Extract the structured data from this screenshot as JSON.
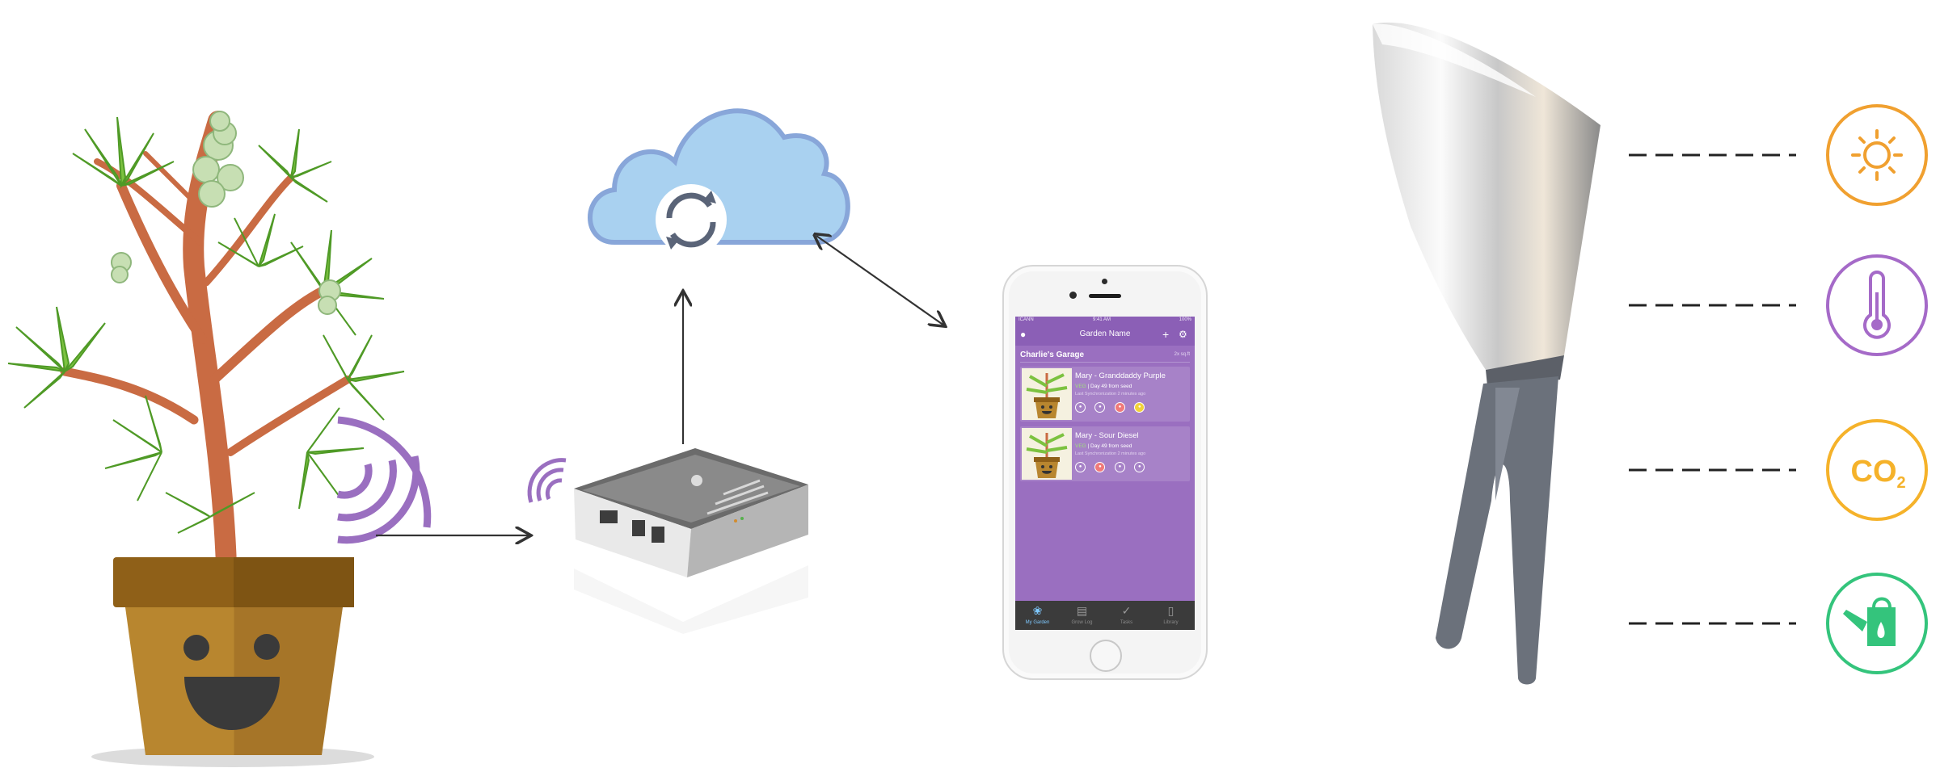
{
  "phone": {
    "status": {
      "carrier": "ICANN",
      "time": "9:41 AM",
      "battery": "100%"
    },
    "header": {
      "title": "Garden Name"
    },
    "garden": {
      "name": "Charlie's Garage",
      "area": "2x sq.ft"
    },
    "plants": [
      {
        "name": "Mary - Granddaddy Purple",
        "badge": "VEG",
        "info": "Day 49 from seed",
        "sync": "Last Synchronization 2 minutes ago"
      },
      {
        "name": "Mary - Sour Diesel",
        "badge": "VEG",
        "info": "Day 49 from seed",
        "sync": "Last Synchronization 2 minutes ago"
      }
    ],
    "tabs": [
      {
        "label": "My Garden",
        "icon": "sprout-icon"
      },
      {
        "label": "Grow Log",
        "icon": "clipboard-icon"
      },
      {
        "label": "Tasks",
        "icon": "check-icon"
      },
      {
        "label": "Library",
        "icon": "book-icon"
      }
    ],
    "colors": {
      "accent": "#9a6fc0",
      "header": "#8b5fb6",
      "card": "#a782c8",
      "tab_active": "#7fc9ff"
    }
  },
  "sensors": [
    {
      "name": "light",
      "icon": "sun-icon",
      "color": "#f0a030"
    },
    {
      "name": "temperature",
      "icon": "thermometer-icon",
      "color": "#a56ac8"
    },
    {
      "name": "co2",
      "icon": "co2-icon",
      "label_main": "CO",
      "label_sub": "2",
      "color": "#f5b22a"
    },
    {
      "name": "water",
      "icon": "watering-can-icon",
      "color": "#34c47c"
    }
  ],
  "colors": {
    "cloud": "#a9d1f0",
    "cloud_outline": "#88a6d9",
    "wifi": "#9a6fc0",
    "arrow": "#333333"
  }
}
